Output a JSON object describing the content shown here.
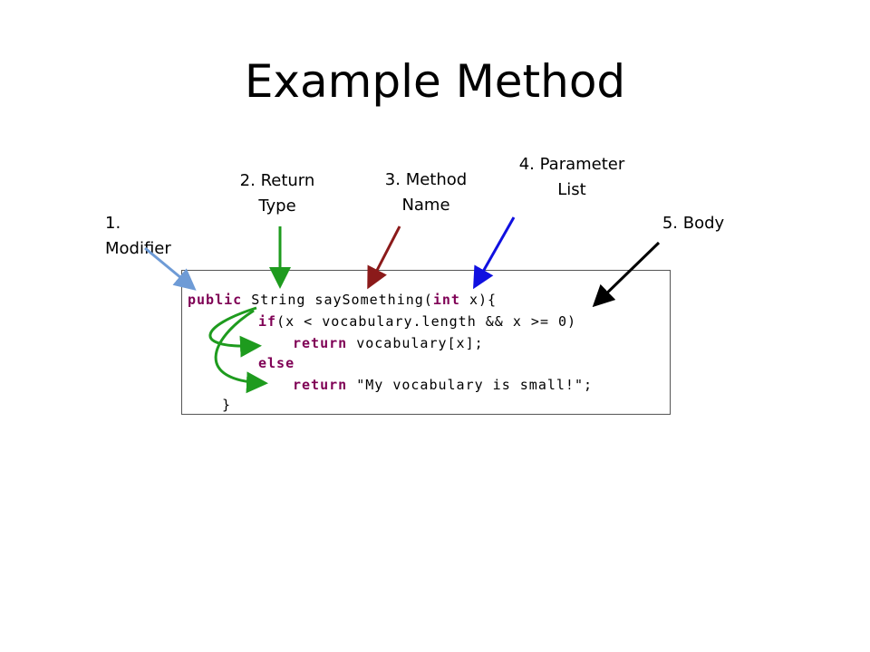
{
  "title": "Example Method",
  "labels": {
    "modifier": "1.\nModifier",
    "return_type": "2. Return\nType",
    "method_name": "3. Method\nName",
    "parameter_list": "4. Parameter\nList",
    "body": "5. Body"
  },
  "code": {
    "line1": {
      "kw1": "public",
      "t1": " String saySomething(",
      "kw2": "int",
      "t2": " x){"
    },
    "line2": {
      "kw": "if",
      "t": "(x < vocabulary.length && x >= 0)"
    },
    "line3": {
      "kw": "return",
      "t": " vocabulary[x];"
    },
    "line4": {
      "kw": "else"
    },
    "line5": {
      "kw": "return",
      "t": " \"My vocabulary is small!\";"
    },
    "line6": {
      "t": "}"
    }
  },
  "colors": {
    "modifier_arrow": "#6e9bd6",
    "return_type_arrow": "#1e9b1e",
    "method_name_arrow": "#8b1a1a",
    "parameter_list_arrow": "#1010e0",
    "body_arrow": "#000000",
    "flow_arrow": "#1e9b1e",
    "keyword": "#7f0055"
  }
}
